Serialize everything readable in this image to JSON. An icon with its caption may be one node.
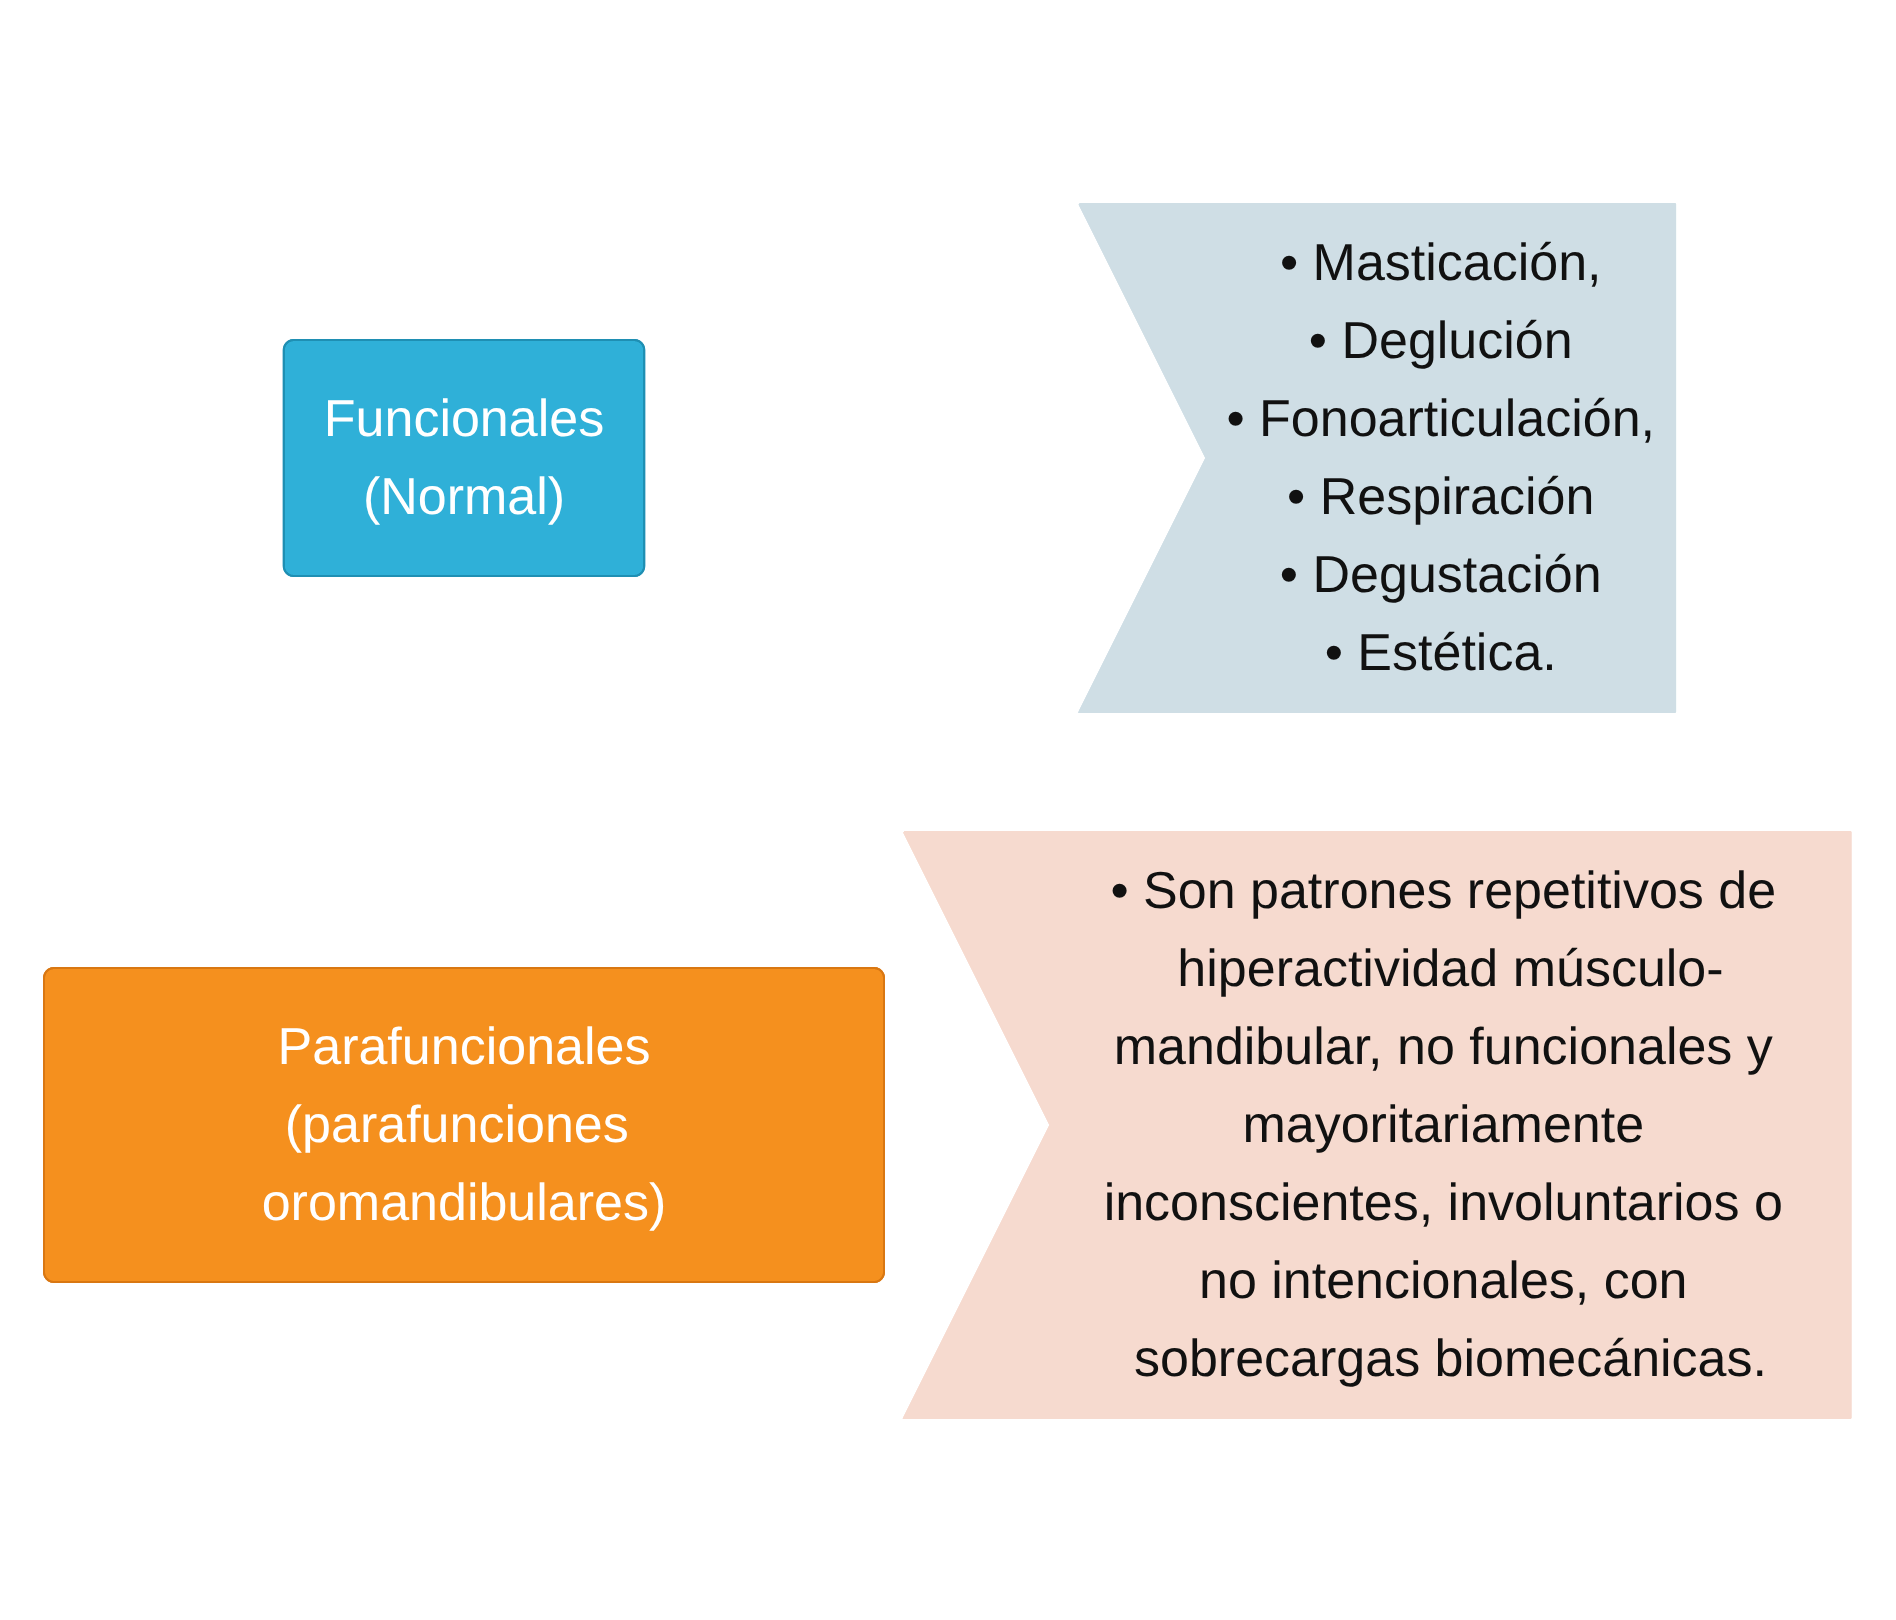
{
  "diagram": {
    "nodes": [
      {
        "text": [
          "Funcionales",
          "(Normal)"
        ]
      },
      {
        "text": [
          "• Masticación,",
          "• Deglución",
          "• Fonoarticulación,",
          "• Respiración",
          "• Degustación",
          "• Estética."
        ]
      },
      {
        "text": [
          "Parafuncionales",
          "(parafunciones oromandibulares)"
        ]
      },
      {
        "text": [
          "• Son patrones repetitivos de hiperactividad músculo-mandibular, no funcionales y mayoritariamente inconscientes, involuntarios o no intencionales, con sobrecargas biomecánicas."
        ]
      }
    ]
  }
}
